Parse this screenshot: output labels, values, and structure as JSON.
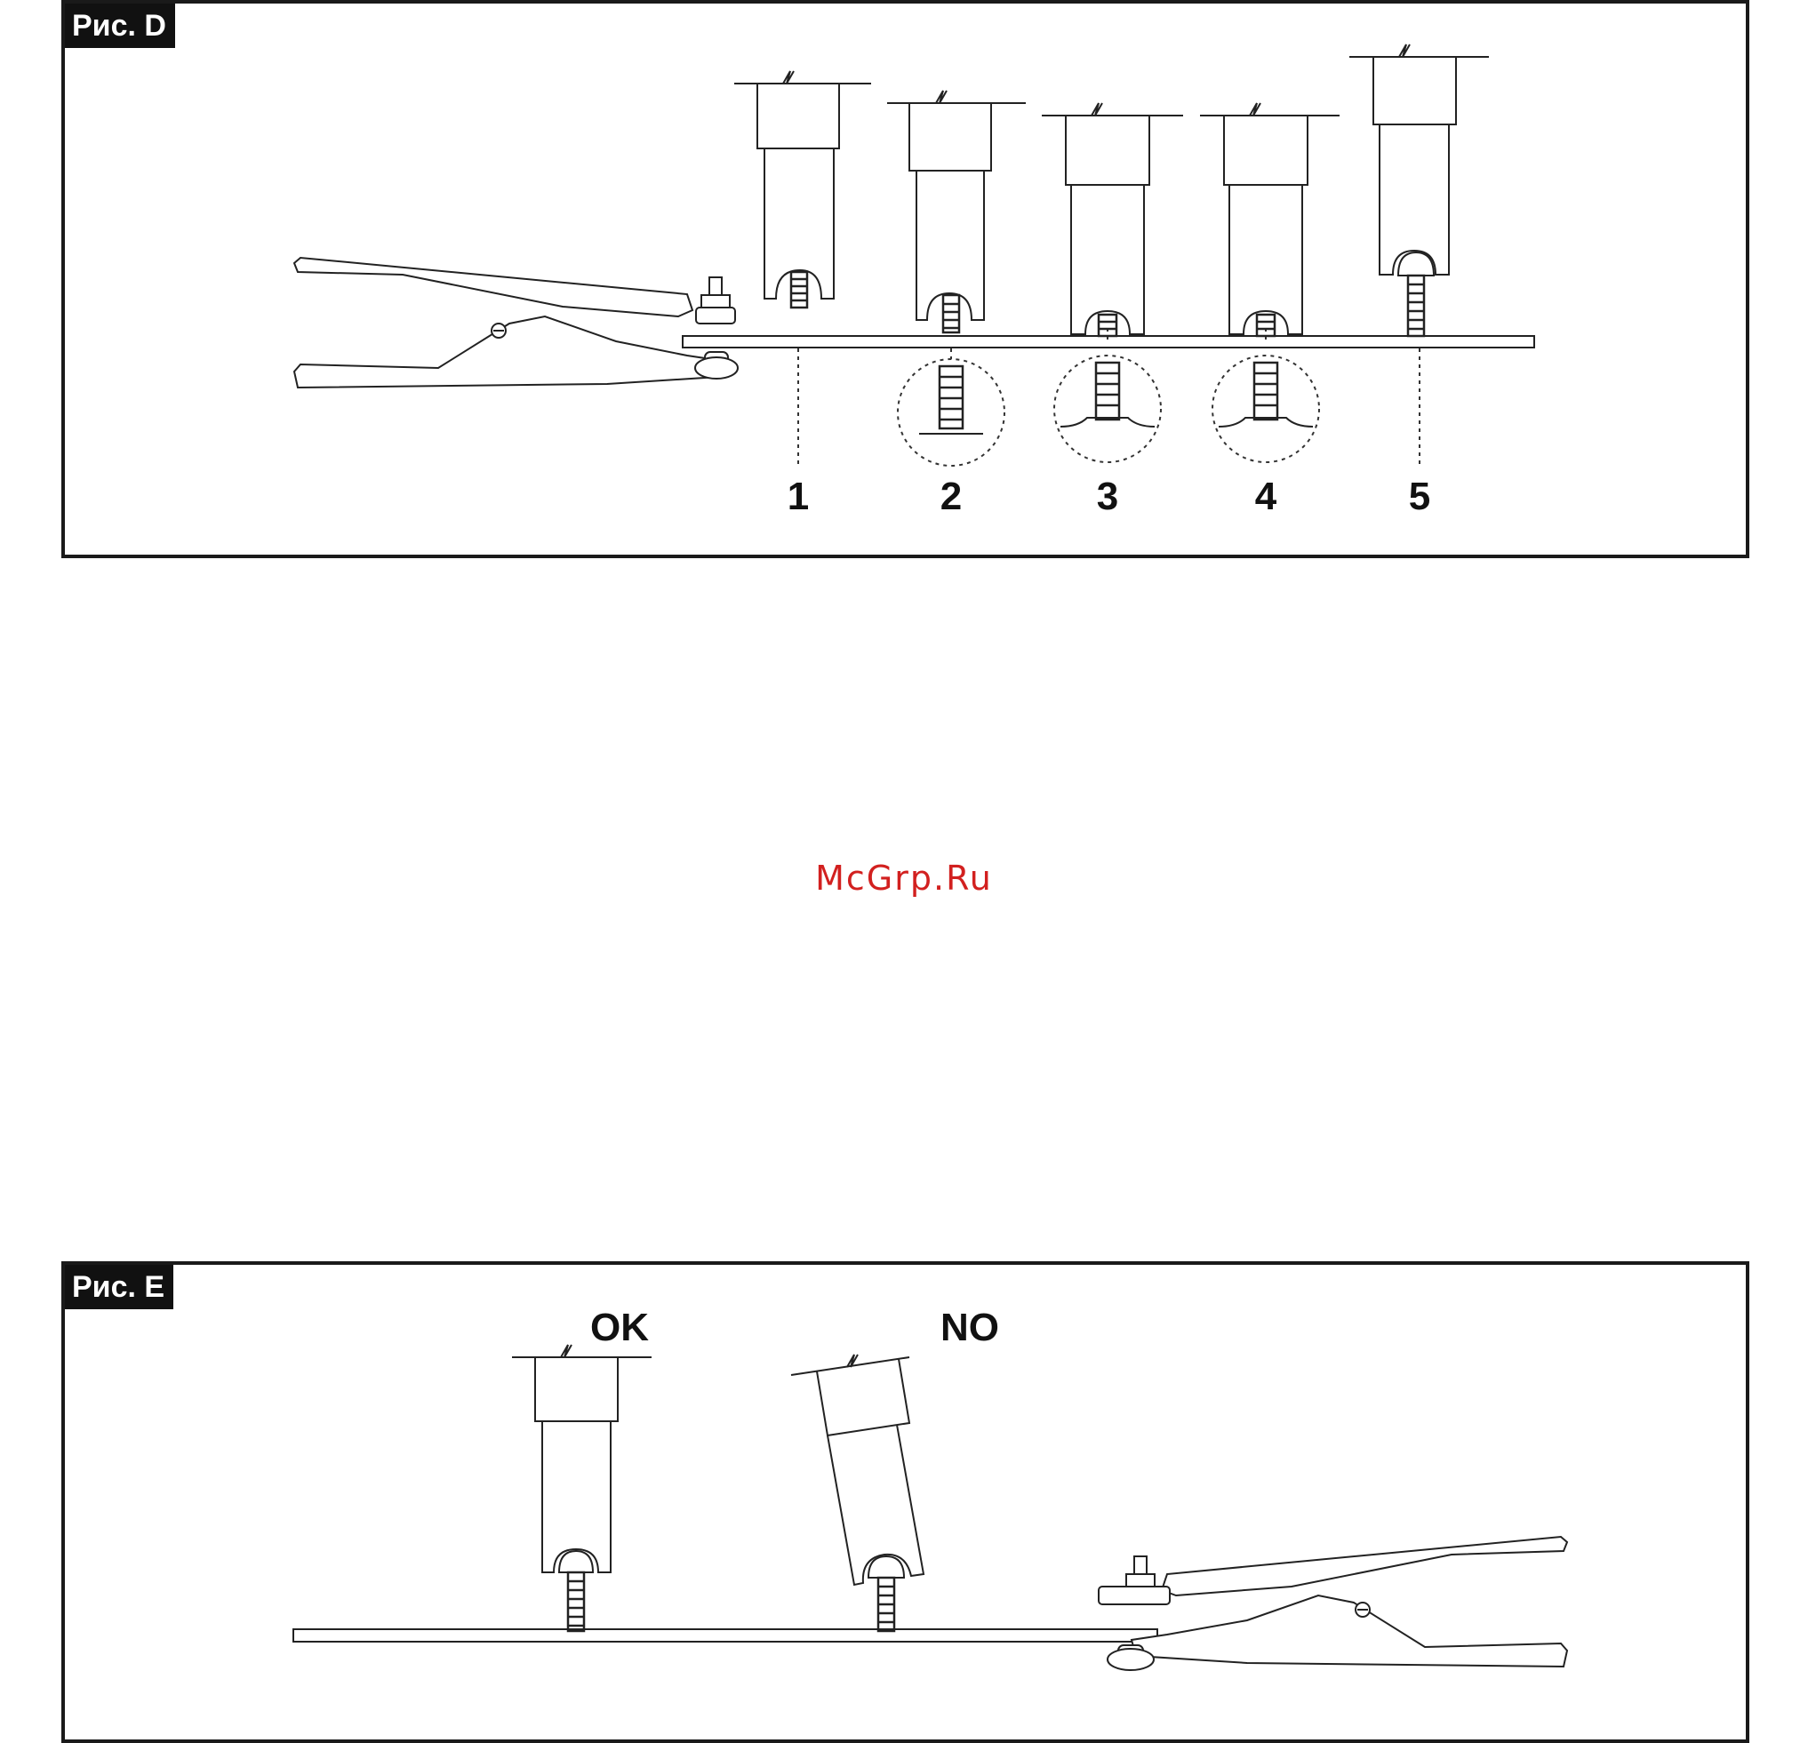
{
  "figure_d": {
    "label": "Рис. D",
    "stud_positions": [
      "1",
      "2",
      "3",
      "4",
      "5"
    ]
  },
  "figure_e": {
    "label": "Рис. E",
    "ok_label": "OK",
    "no_label": "NO"
  },
  "watermark": "McGrp.Ru"
}
